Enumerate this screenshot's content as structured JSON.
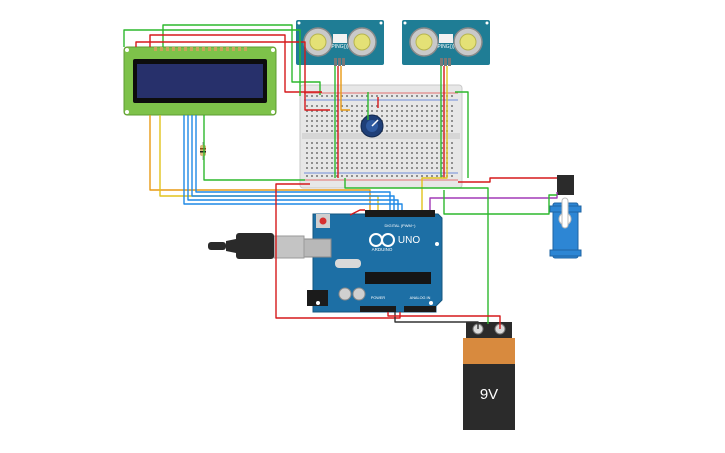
{
  "canvas": {
    "background": "#ffffff"
  },
  "colors": {
    "wire_red": "#d6191b",
    "wire_green": "#2db82d",
    "wire_blue": "#1e88e5",
    "wire_orange": "#e89a14",
    "wire_yellow": "#e2c31d",
    "wire_purple": "#a23ab7",
    "wire_black": "#333333",
    "board_blue": "#1d6fa5",
    "sensor_teal": "#1f7d95",
    "lcd_green": "#7ec24a",
    "lcd_screen": "#27306b",
    "breadboard": "#e7e7e7",
    "servo_blue": "#2d86d4",
    "battery_orange": "#d88a3e",
    "battery_black": "#2b2b2b"
  },
  "components": {
    "lcd": {
      "name": "16x2 LCD display"
    },
    "sensor_1": {
      "chip_label": "PING)))"
    },
    "sensor_2": {
      "chip_label": "PING)))"
    },
    "breadboard": {
      "name": "breadboard"
    },
    "potentiometer": {
      "name": "potentiometer"
    },
    "arduino": {
      "brand": "ARDUINO",
      "model": "UNO",
      "digital_header_label": "DIGITAL (PWM~)",
      "power_label": "POWER",
      "analog_label": "ANALOG IN"
    },
    "servo": {
      "name": "micro servo"
    },
    "battery": {
      "label": "9V"
    },
    "usb_cable": {
      "name": "usb cable"
    }
  }
}
